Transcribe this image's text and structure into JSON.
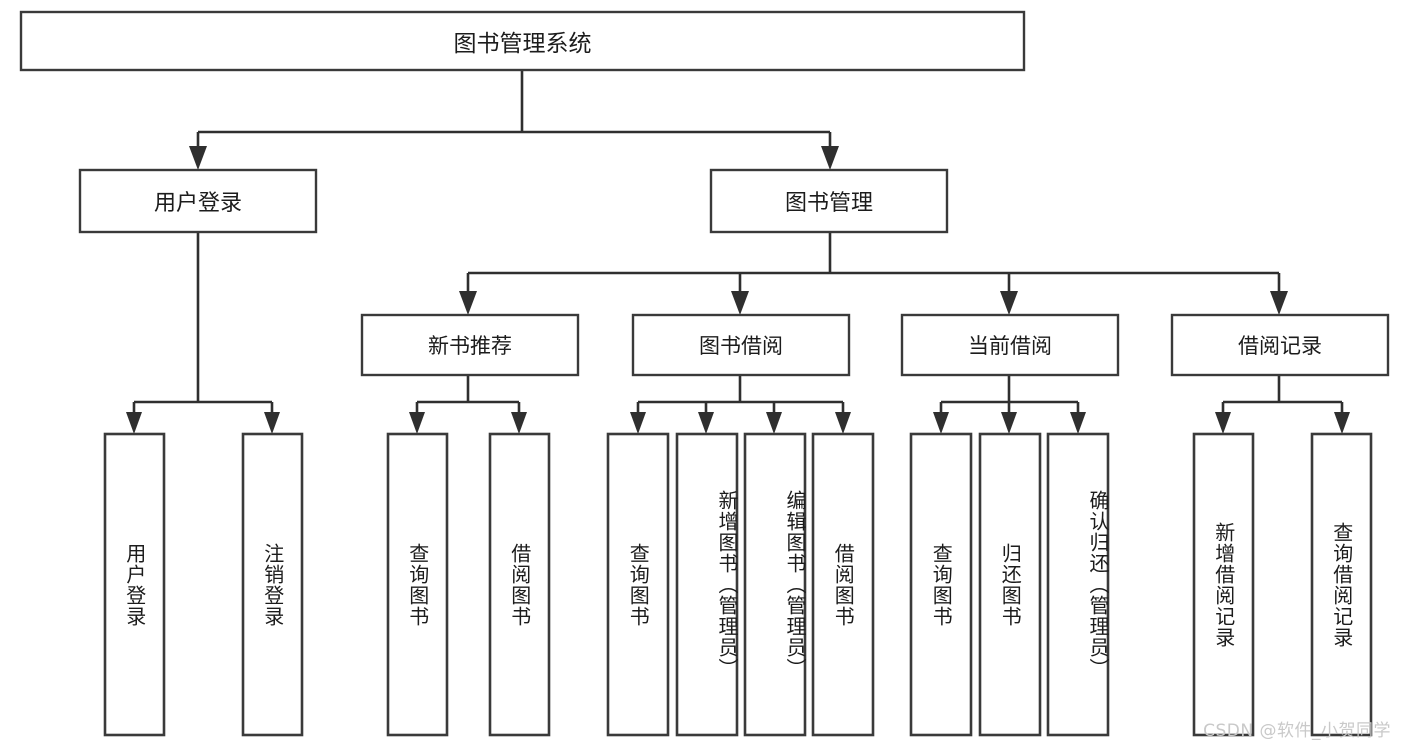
{
  "diagram": {
    "type": "tree",
    "title": "图书管理系统",
    "watermark": "CSDN @软件_小贺同学",
    "colors": {
      "box_fill": "#ffffff",
      "box_stroke": "#3a3a3a",
      "connector": "#2f2f2f",
      "text": "#1c1c1c",
      "watermark": "#c9c9c9"
    },
    "levels": {
      "root": "图书管理系统",
      "level2": [
        "用户登录",
        "图书管理"
      ],
      "level3": [
        "新书推荐",
        "图书借阅",
        "当前借阅",
        "借阅记录"
      ]
    },
    "nodes": {
      "root": {
        "label": "图书管理系统"
      },
      "login": {
        "label": "用户登录"
      },
      "book_mgmt": {
        "label": "图书管理"
      },
      "new_book_rec": {
        "label": "新书推荐"
      },
      "book_borrow": {
        "label": "图书借阅"
      },
      "current_borrow": {
        "label": "当前借阅"
      },
      "borrow_record": {
        "label": "借阅记录"
      }
    },
    "leaves": {
      "login": [
        {
          "label": "用户登录"
        },
        {
          "label": "注销登录"
        }
      ],
      "new_book_rec": [
        {
          "label": "查询图书"
        },
        {
          "label": "借阅图书"
        }
      ],
      "book_borrow": [
        {
          "label": "查询图书"
        },
        {
          "label": "新增图书（管理员）"
        },
        {
          "label": "编辑图书（管理员）"
        },
        {
          "label": "借阅图书"
        }
      ],
      "current_borrow": [
        {
          "label": "查询图书"
        },
        {
          "label": "归还图书"
        },
        {
          "label": "确认归还（管理员）"
        }
      ],
      "borrow_record": [
        {
          "label": "新增借阅记录"
        },
        {
          "label": "查询借阅记录"
        }
      ]
    }
  }
}
